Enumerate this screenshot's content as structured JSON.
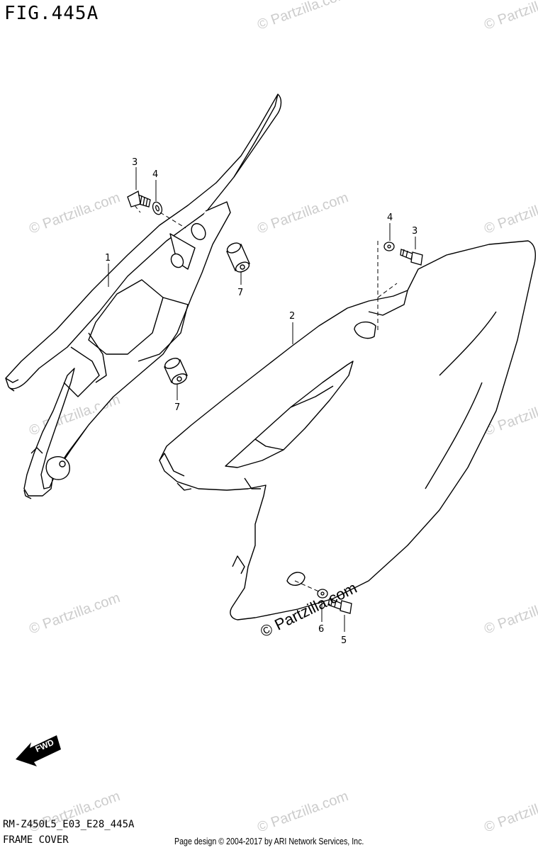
{
  "header": {
    "figure_id": "FIG.445A"
  },
  "footer": {
    "model_code": "RM-Z450L5_E03_E28_445A",
    "section_name": "FRAME COVER",
    "credit": "Page design © 2004-2017 by ARI Network Services, Inc."
  },
  "callouts": {
    "p1": "1",
    "p2": "2",
    "p3a": "3",
    "p3b": "3",
    "p4a": "4",
    "p4b": "4",
    "p5": "5",
    "p6": "6",
    "p7a": "7",
    "p7b": "7"
  },
  "fwd_label": "FWD",
  "watermark": {
    "text": "© Partzilla.com",
    "main_text": "© Partzilla.com"
  },
  "colors": {
    "line": "#000000",
    "watermark": "#cccccc",
    "background": "#ffffff"
  }
}
